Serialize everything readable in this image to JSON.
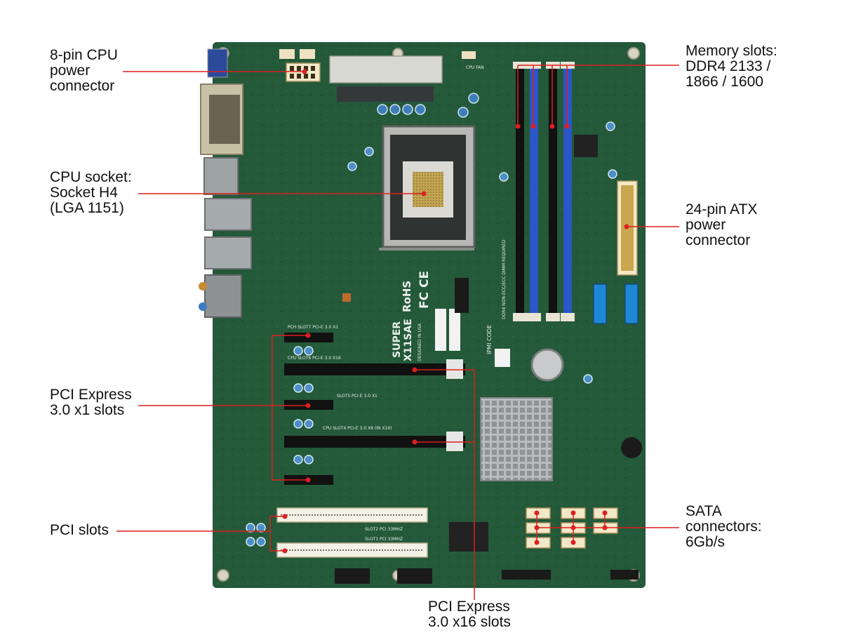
{
  "colors": {
    "board": "#24593a",
    "board_dark": "#1b4a2f",
    "leader_line": "#dd1f1f",
    "dimm_blue": "#2a56c8",
    "dimm_black": "#111111",
    "usb_header_blue": "#1f88d6",
    "pci_slot": "#f4f1e6",
    "heatsink": "#a9acae"
  },
  "board": {
    "logo_brand": "SUPER",
    "model": "X11SAE",
    "made_in": "DESIGNED IN USA",
    "rohs": "RoHS",
    "certification_marks": "FC CE",
    "ipmi_code": "IPMI CODE",
    "cpu_fan_label": "CPU FAN",
    "slot_labels": {
      "pch_slot7": "PCH SLOT7 PCI-E 3.0 X1",
      "cpu_slot6": "CPU SLOT6 PCI-E 3.0 X16",
      "pch_slot5": "SLOT5 PCI-E 3.0 X1",
      "cpu_slot4": "CPU SLOT4 PCI-E 3.0 X8 (IN X16)",
      "pci_slot2": "SLOT2 PCI 33MHZ",
      "pci_slot1": "SLOT1 PCI 33MHZ"
    },
    "memory_labels": "DDR4 NON-ECC/ECC DIMM REQUIRED"
  },
  "callouts": {
    "cpu_power": [
      "8-pin CPU",
      "power",
      "connector"
    ],
    "cpu_socket": [
      "CPU socket:",
      "Socket H4",
      "(LGA 1151)"
    ],
    "pcie_x1": [
      "PCI Express",
      "3.0 x1 slots"
    ],
    "pci_slots": [
      "PCI slots"
    ],
    "memory": [
      "Memory slots:",
      "DDR4 2133 /",
      "1866 / 1600"
    ],
    "atx_power": [
      "24-pin ATX",
      "power",
      "connector"
    ],
    "sata": [
      "SATA",
      "connectors:",
      "6Gb/s"
    ],
    "pcie_x16": [
      "PCI Express",
      "3.0 x16 slots"
    ]
  }
}
